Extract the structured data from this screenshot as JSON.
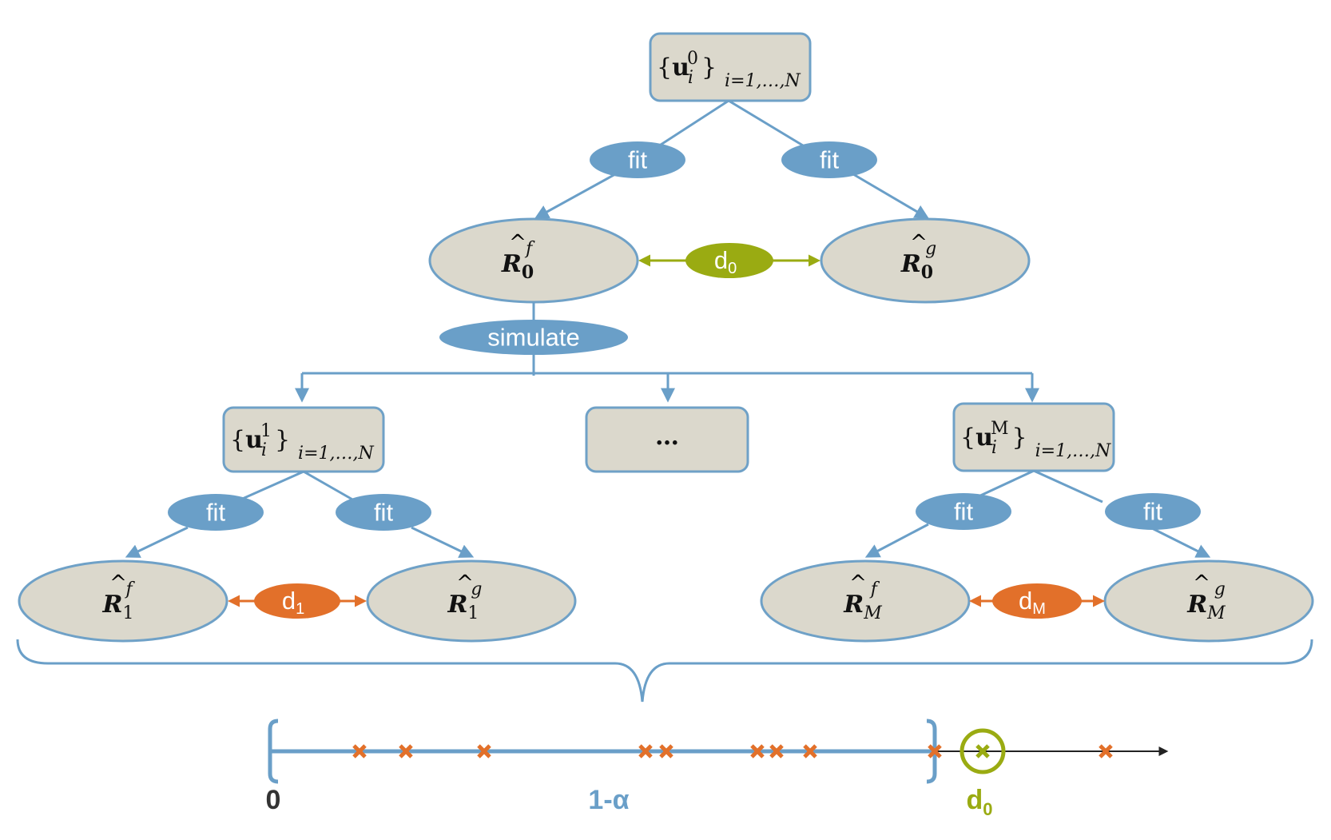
{
  "colors": {
    "blue": "#6a9fc8",
    "node_fill": "#dbd8cc",
    "olive": "#9aab12",
    "orange": "#e2702a",
    "dark": "#333333"
  },
  "root": {
    "set_label": "u",
    "superscript": "0",
    "subscript": "i",
    "range": "i=1,…,N"
  },
  "edge_labels": {
    "fit": "fit",
    "simulate": "simulate"
  },
  "models": {
    "r0f": {
      "base": "R",
      "sup": "f",
      "sub": "0"
    },
    "r0g": {
      "base": "R",
      "sup": "g",
      "sub": "0"
    },
    "r1f": {
      "base": "R",
      "sup": "f",
      "sub": "1"
    },
    "r1g": {
      "base": "R",
      "sup": "g",
      "sub": "1"
    },
    "rMf": {
      "base": "R",
      "sup": "f",
      "sub": "M"
    },
    "rMg": {
      "base": "R",
      "sup": "g",
      "sub": "M"
    }
  },
  "distances": {
    "d0": {
      "base": "d",
      "sub": "0"
    },
    "d1": {
      "base": "d",
      "sub": "1"
    },
    "dM": {
      "base": "d",
      "sub": "M"
    }
  },
  "sim_sets": {
    "first": {
      "set_label": "u",
      "superscript": "1",
      "subscript": "i",
      "range": "i=1,…,N"
    },
    "middle": {
      "text": "…"
    },
    "last": {
      "set_label": "u",
      "superscript": "M",
      "subscript": "i",
      "range": "i=1,…,N"
    }
  },
  "axis": {
    "zero_label": "0",
    "interval_label": "1-α",
    "d0_label": "d",
    "d0_sub": "0",
    "sample_count": 11
  }
}
